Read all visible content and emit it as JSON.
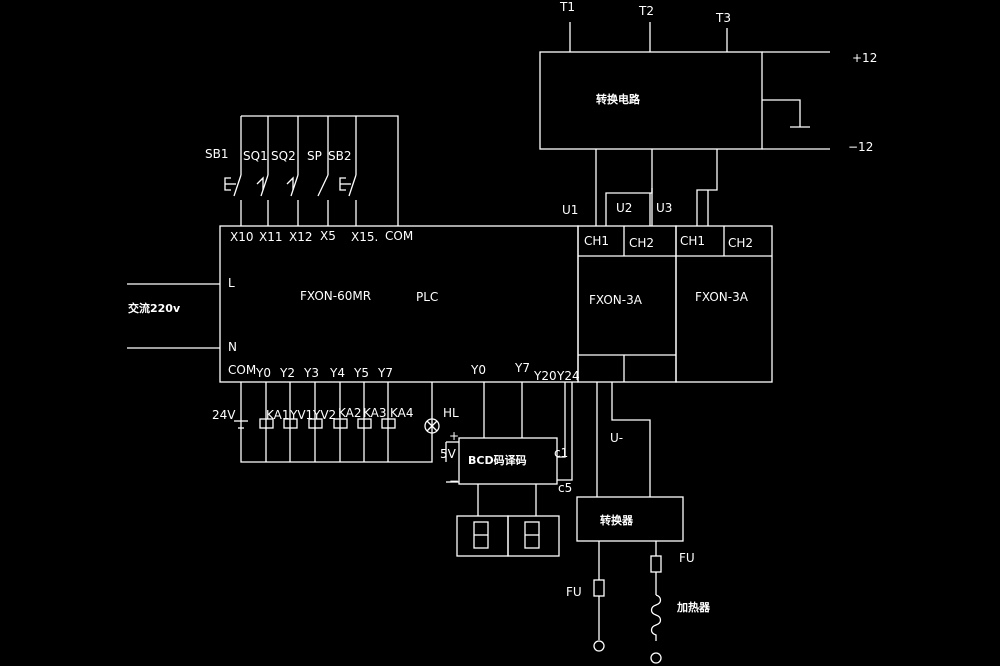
{
  "thermocouples": [
    "T1",
    "T2",
    "T3"
  ],
  "converter_circuit": "转换电路",
  "supply_pos": "+12",
  "supply_neg": "−12",
  "output_signals": [
    "U1",
    "U2",
    "U3"
  ],
  "switches": [
    "SB1",
    "SQ1",
    "SQ2",
    "SP",
    "SB2"
  ],
  "plc_inputs": [
    "X10",
    "X11",
    "X12",
    "X5",
    "X15.",
    "COM"
  ],
  "plc_model": "FXON-60MR",
  "plc_label": "PLC",
  "line_L": "L",
  "line_N": "N",
  "ac_supply": "交流220v",
  "plc_outputs": [
    "COM",
    "Y0",
    "Y2",
    "Y3",
    "Y4",
    "Y5",
    "Y7"
  ],
  "plc_outputs_right": [
    "Y0",
    "Y7",
    "Y20",
    "Y24"
  ],
  "dc24": "24V",
  "loads": [
    "KA1",
    "YV1",
    "YV2",
    "KA2",
    "KA3",
    "KA4"
  ],
  "lamp": "HL",
  "dc5": "5V",
  "bcd": "BCD码译码",
  "plus": "+",
  "minus": "−",
  "c1": "c1",
  "c5": "c5",
  "ad_modules": [
    {
      "model": "FXON-3A",
      "ch1": "CH1",
      "ch2": "CH2"
    },
    {
      "model": "FXON-3A",
      "ch1": "CH1",
      "ch2": "CH2"
    }
  ],
  "u_minus": "U-",
  "converter": "转换器",
  "fuse_left": "FU",
  "fuse_right": "FU",
  "heater": "加热器"
}
